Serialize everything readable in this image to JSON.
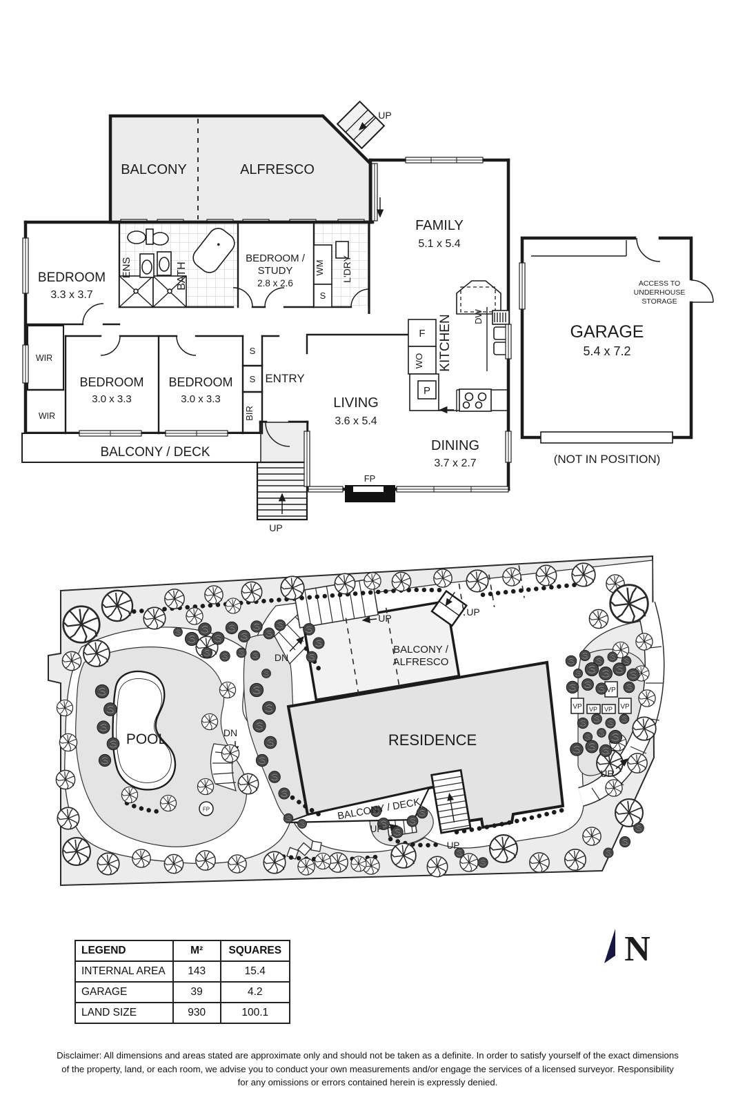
{
  "floor_plan": {
    "balcony": "BALCONY",
    "alfresco": "ALFRESCO",
    "up": "UP",
    "family": {
      "name": "FAMILY",
      "dims": "5.1 x 5.4"
    },
    "bedroom_main": {
      "name": "BEDROOM",
      "dims": "3.3 x 3.7"
    },
    "ens": "ENS",
    "bath": "BATH",
    "bedroom_study": {
      "line1": "BEDROOM /",
      "line2": "STUDY",
      "dims": "2.8 x 2.6"
    },
    "wm": "WM",
    "s": "S",
    "ldry": "L'DRY",
    "bir": "BIR",
    "wir": "WIR",
    "kitchen": "KITCHEN",
    "fridge": "F",
    "wall_oven": "WO",
    "pantry": "P",
    "dishwasher": "DW",
    "bedroom2": {
      "name": "BEDROOM",
      "dims": "3.0 x 3.3"
    },
    "bedroom3": {
      "name": "BEDROOM",
      "dims": "3.0 x 3.3"
    },
    "entry": "ENTRY",
    "living": {
      "name": "LIVING",
      "dims": "3.6 x 5.4"
    },
    "dining": {
      "name": "DINING",
      "dims": "3.7 x 2.7"
    },
    "balcony_deck": "BALCONY / DECK",
    "fp": "FP",
    "garage": {
      "name": "GARAGE",
      "dims": "5.4 x 7.2",
      "access1": "ACCESS TO",
      "access2": "UNDERHOUSE",
      "access3": "STORAGE",
      "note": "(NOT IN POSITION)"
    }
  },
  "site_plan": {
    "pool": "POOL",
    "residence": "RESIDENCE",
    "balcony_alfresco1": "BALCONY /",
    "balcony_alfresco2": "ALFRESCO",
    "balcony_deck": "BALCONY / DECK",
    "up": "UP",
    "dn": "DN",
    "fp": "FP",
    "vp": "VP"
  },
  "legend": {
    "header": {
      "col1": "LEGEND",
      "col2": "M²",
      "col3": "SQUARES"
    },
    "rows": [
      {
        "label": "INTERNAL AREA",
        "m2": "143",
        "squares": "15.4"
      },
      {
        "label": "GARAGE",
        "m2": "39",
        "squares": "4.2"
      },
      {
        "label": "LAND SIZE",
        "m2": "930",
        "squares": "100.1"
      }
    ]
  },
  "compass": {
    "north": "N"
  },
  "disclaimer": {
    "line1": "Disclaimer: All dimensions and areas stated are approximate only and should not be taken as a definite. In order to satisfy yourself of the exact dimensions",
    "line2": "of the property, land, or each room, we advise you to conduct your own measurements and/or engage the services of a licensed surveyor. Responsibility",
    "line3": "for any omissions or errors contained herein is expressly denied."
  }
}
